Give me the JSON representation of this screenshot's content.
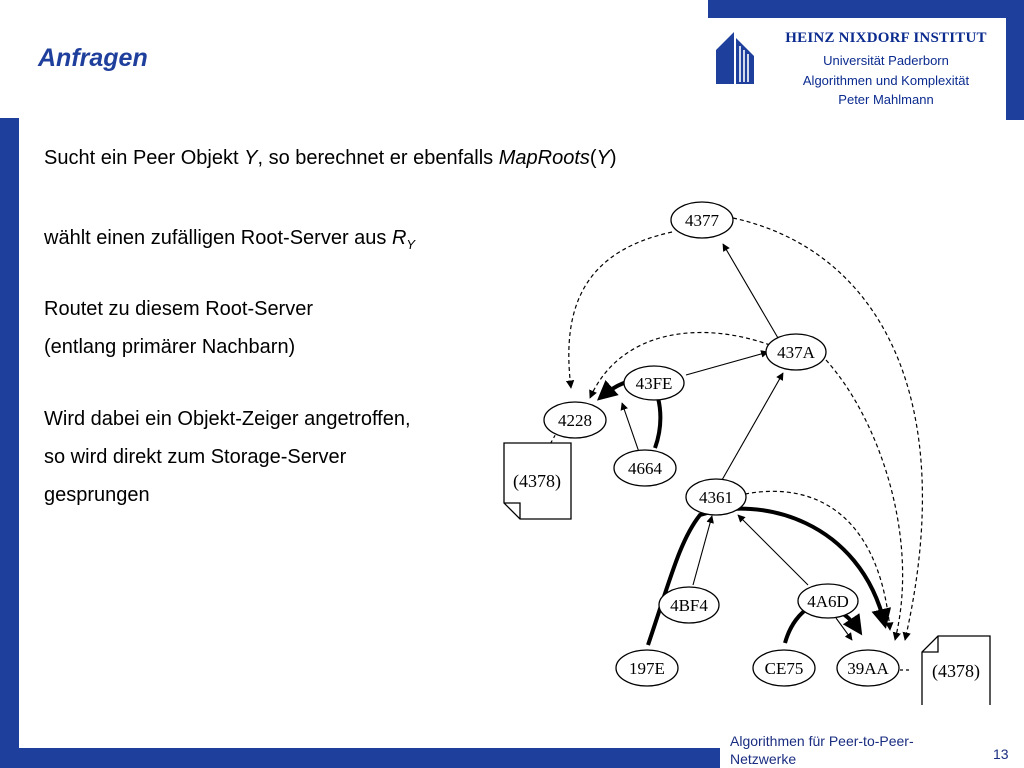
{
  "slide": {
    "title": "Anfragen",
    "page_number": "13"
  },
  "institute": {
    "name": "HEINZ NIXDORF INSTITUT",
    "university": "Universität Paderborn",
    "group": "Algorithmen und Komplexität",
    "author": "Peter Mahlmann"
  },
  "footer": {
    "course": "Algorithmen für Peer-to-Peer-Netzwerke"
  },
  "content": {
    "line1_a": "Sucht ein Peer Objekt ",
    "line1_y": "Y",
    "line1_b": ", so berechnet er ebenfalls ",
    "line1_maproots": "MapRoots",
    "line1_paren_open": "(",
    "line1_y2": "Y",
    "line1_paren_close": ")",
    "line2_a": "wählt einen zufälligen Root-Server aus ",
    "line2_r": "R",
    "line2_sub": "Y",
    "line3": "Routet zu diesem Root-Server",
    "line4": "(entlang primärer Nachbarn)",
    "line5": "Wird dabei ein Objekt-Zeiger angetroffen,",
    "line6": "so wird direkt zum Storage-Server",
    "line7": "gesprungen"
  },
  "diagram": {
    "nodes": {
      "n4377": "4377",
      "n437A": "437A",
      "n43FE": "43FE",
      "n4228": "4228",
      "n4664": "4664",
      "n4361": "4361",
      "n4BF4": "4BF4",
      "n4A6D": "4A6D",
      "n197E": "197E",
      "nCE75": "CE75",
      "n39AA": "39AA"
    },
    "documents": {
      "doc_left": "(4378)",
      "doc_right": "(4378)"
    },
    "colors": {
      "lines": "#000000",
      "brand_blue": "#1f3f9c"
    }
  }
}
